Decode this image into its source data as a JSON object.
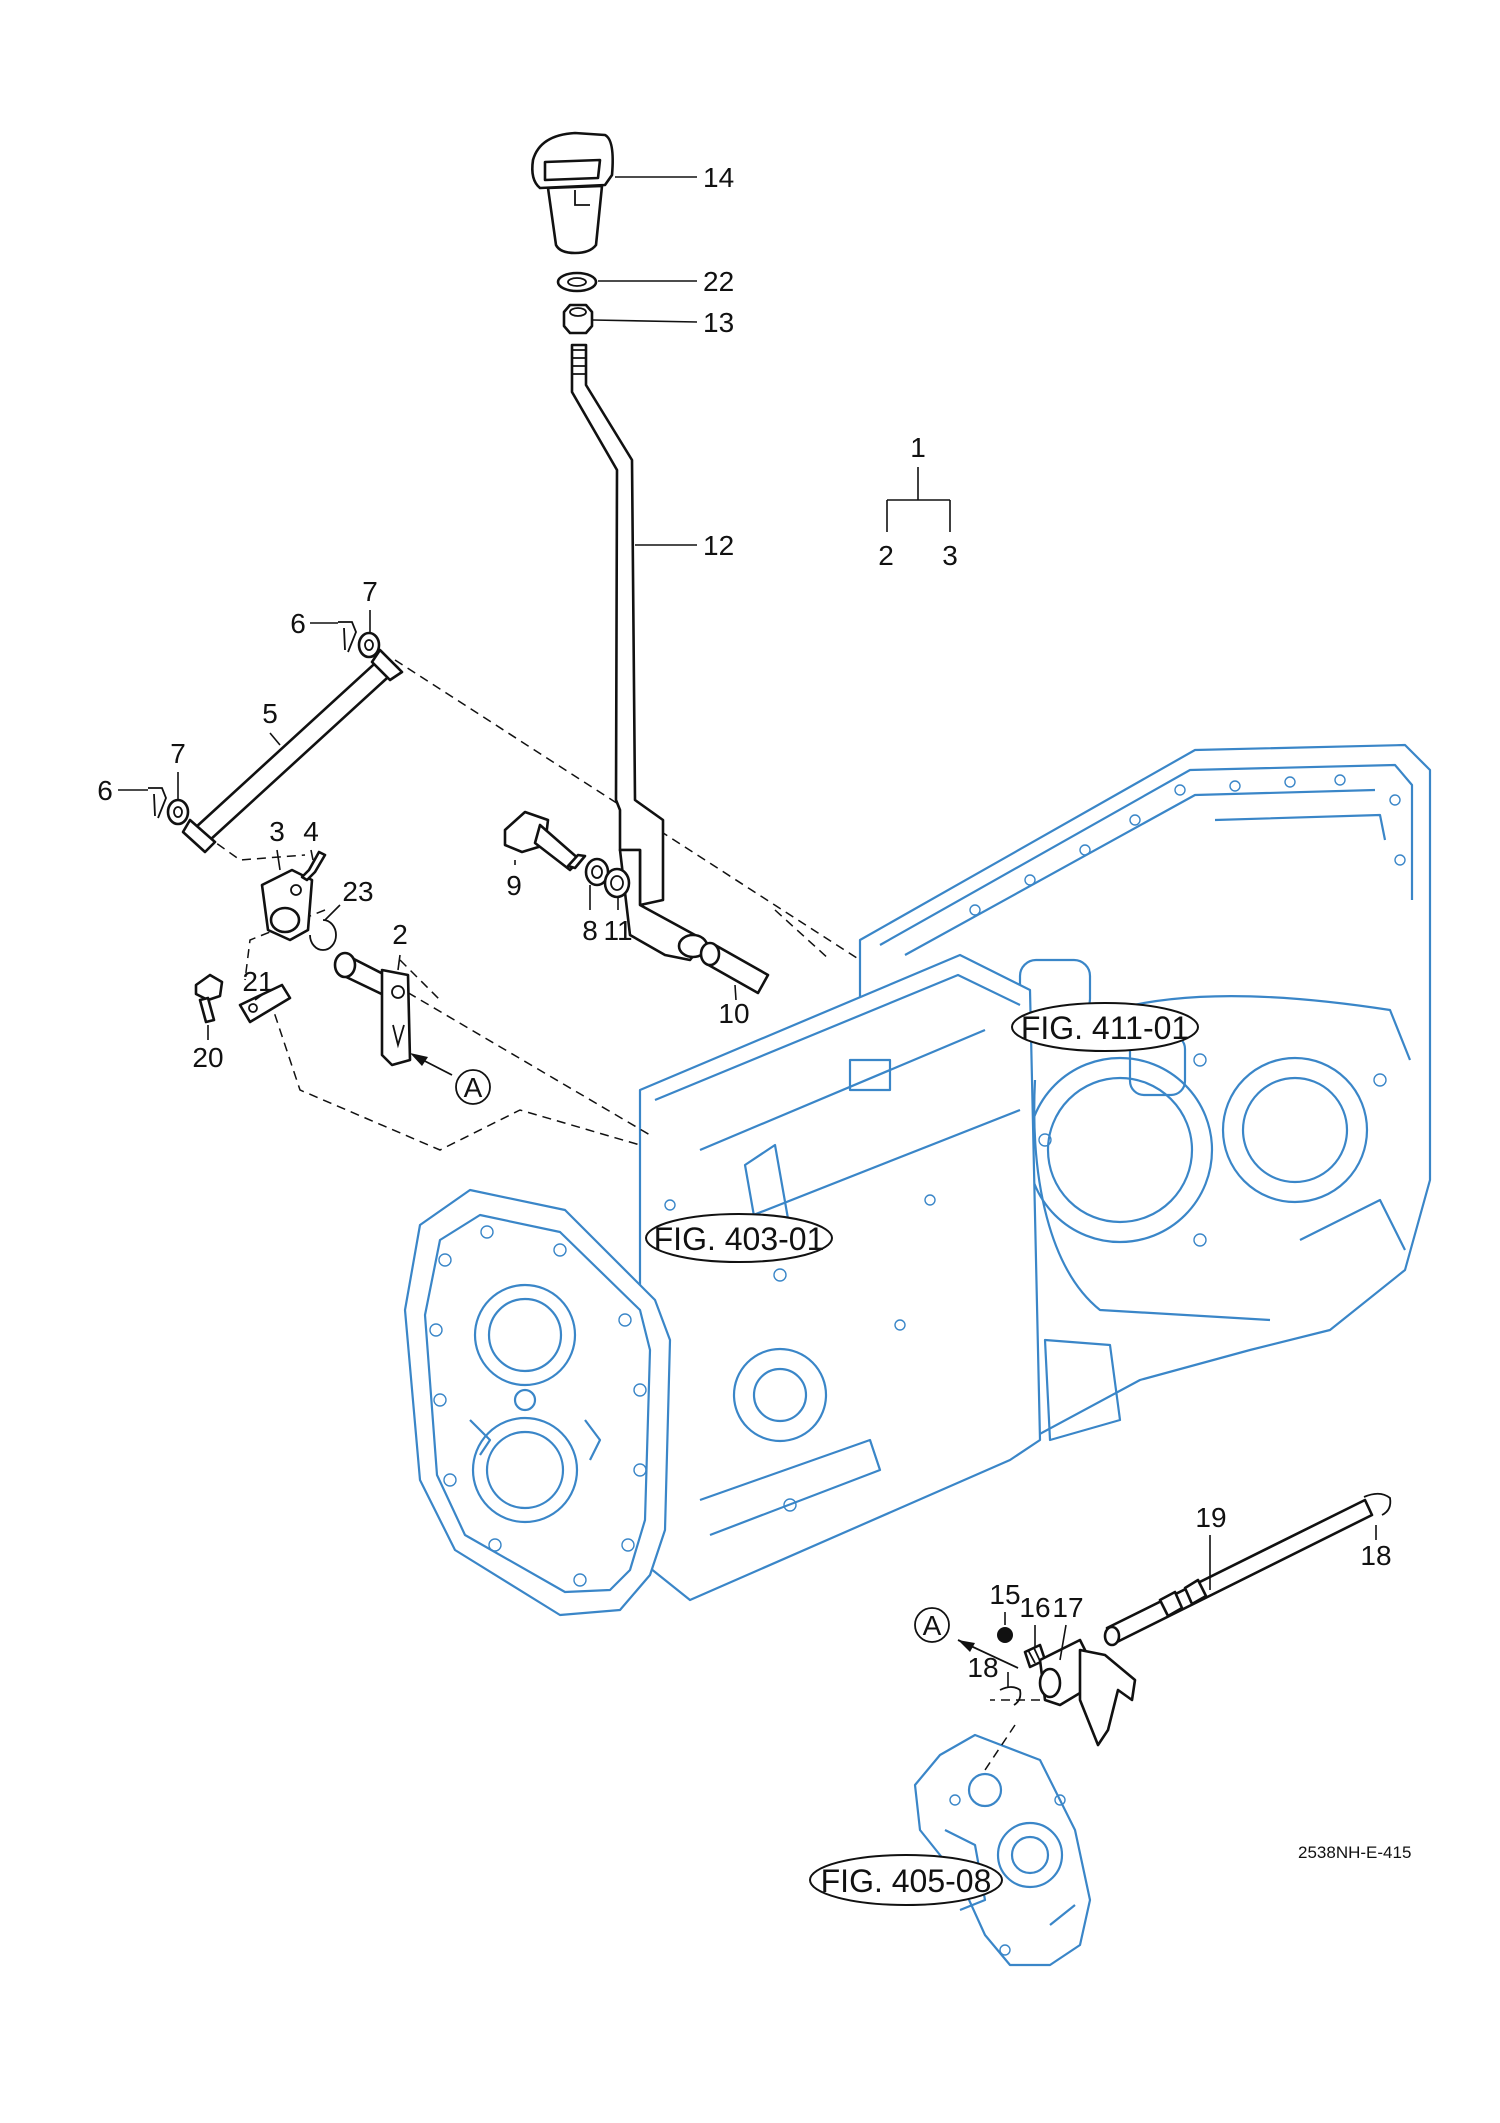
{
  "callouts": {
    "c1": "1",
    "c2_tree": "2",
    "c3_tree": "3",
    "c14": "14",
    "c22": "22",
    "c13": "13",
    "c12": "12",
    "c7a": "7",
    "c6a": "6",
    "c5": "5",
    "c7b": "7",
    "c6b": "6",
    "c3": "3",
    "c4": "4",
    "c23": "23",
    "c2": "2",
    "c21": "21",
    "c20": "20",
    "c9": "9",
    "c8": "8",
    "c11": "11",
    "c10": "10",
    "c19": "19",
    "c18a": "18",
    "c15": "15",
    "c16": "16",
    "c17": "17",
    "c18b": "18"
  },
  "markers": {
    "a_top": "A",
    "a_bottom": "A"
  },
  "figure_refs": {
    "fig_411": "FIG. 411-01",
    "fig_403": "FIG. 403-01",
    "fig_405": "FIG. 405-08"
  },
  "drawing_number": "2538NH-E-415",
  "colors": {
    "housing_line": "#3a86c8",
    "part_line": "#111111"
  }
}
